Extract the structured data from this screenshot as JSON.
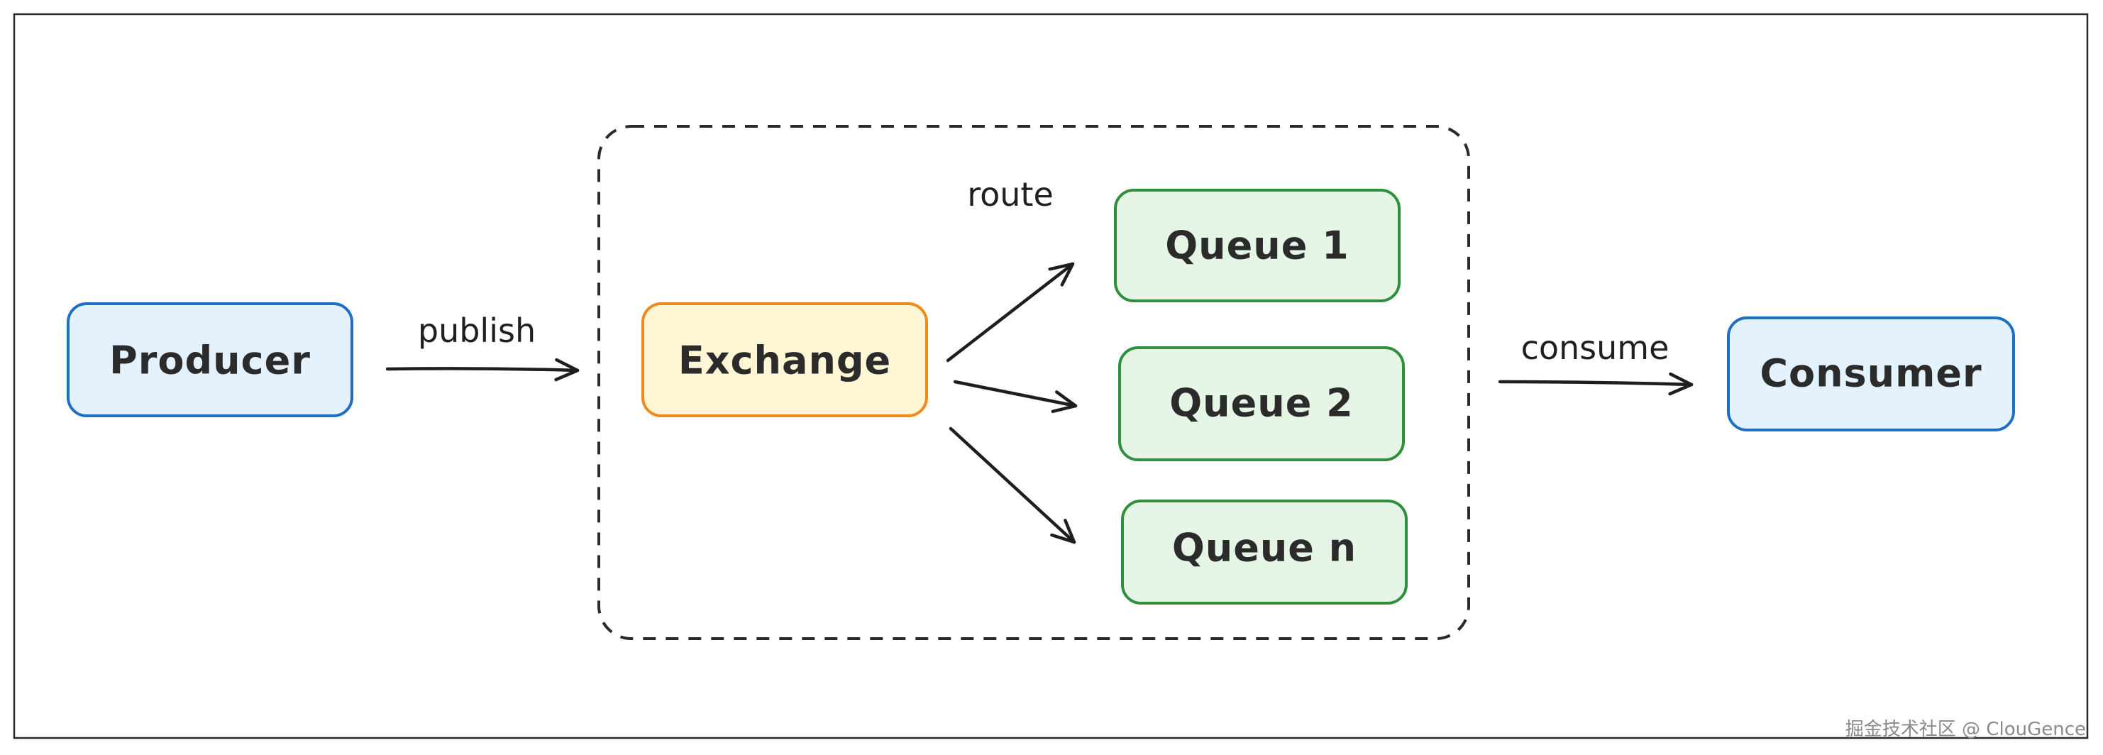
{
  "nodes": {
    "producer": {
      "label": "Producer",
      "fill": "#e3f2fd",
      "stroke": "#1e6fc4"
    },
    "exchange": {
      "label": "Exchange",
      "fill": "#fff6d6",
      "stroke": "#ef8a1c"
    },
    "queue_1": {
      "label": "Queue 1",
      "fill": "#e6f6e6",
      "stroke": "#2f8f3d"
    },
    "queue_2": {
      "label": "Queue 2",
      "fill": "#e6f6e6",
      "stroke": "#2f8f3d"
    },
    "queue_n": {
      "label": "Queue n",
      "fill": "#e6f6e6",
      "stroke": "#2f8f3d"
    },
    "consumer": {
      "label": "Consumer",
      "fill": "#e3f2fd",
      "stroke": "#1e6fc4"
    }
  },
  "edges": {
    "publish": "publish",
    "route": "route",
    "consume": "consume"
  },
  "watermark": "掘金技术社区 @ ClouGence"
}
